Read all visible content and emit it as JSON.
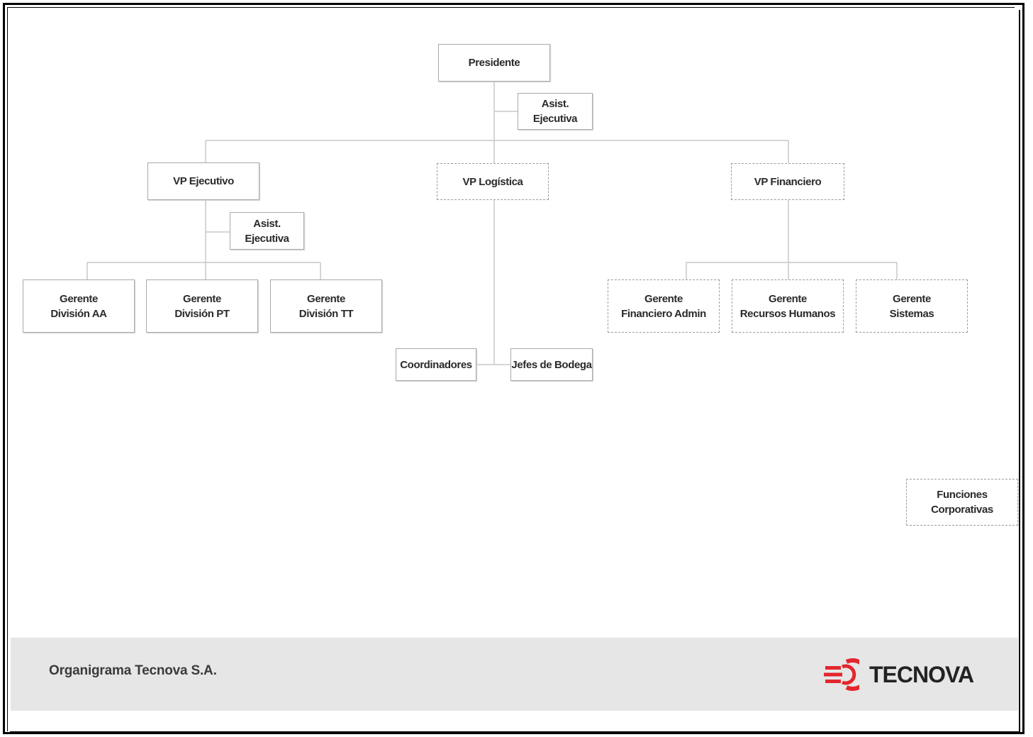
{
  "org_chart": {
    "presidente": "Presidente",
    "asistente_presidente": "Asist. Ejecutiva",
    "vp_ejecutivo": "VP Ejecutivo",
    "asistente_vp_ejecutivo": "Asist. Ejecutiva",
    "vp_logistica": "VP Logística",
    "vp_financiero": "VP Financiero",
    "gerente_division_aa": "Gerente\nDivisión AA",
    "gerente_division_pt": "Gerente\nDivisión PT",
    "gerente_division_tt": "Gerente\nDivisión TT",
    "coordinadores": "Coordinadores",
    "jefes_bodega": "Jefes de Bodega",
    "gerente_financiero_admin": "Gerente\nFinanciero Admin",
    "gerente_recursos_humanos": "Gerente\nRecursos Humanos",
    "gerente_sistemas": "Gerente\nSistemas",
    "funciones_corporativas": "Funciones\nCorporativas"
  },
  "footer": {
    "title": "Organigrama Tecnova S.A.",
    "brand": "TECNOVA"
  },
  "colors": {
    "brand_red": "#e3262d",
    "box_border": "#a9a9a9",
    "connector": "#c8c8c8",
    "footer_bg": "#e6e6e6"
  }
}
